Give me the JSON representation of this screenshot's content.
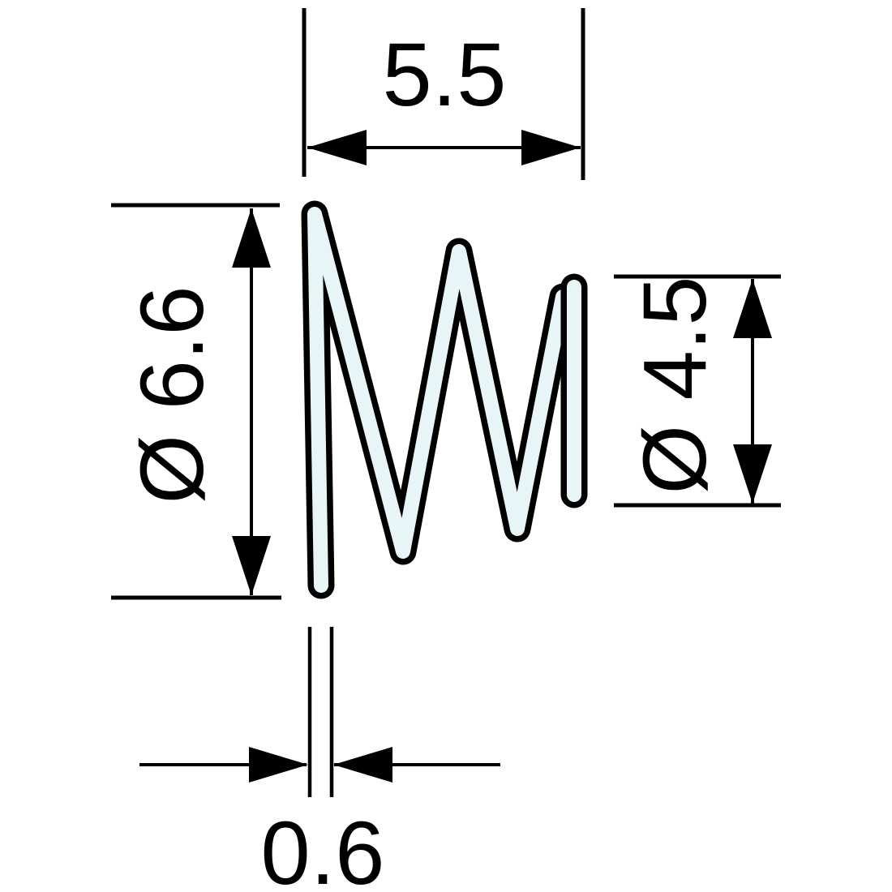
{
  "colors": {
    "background": "#ffffff",
    "line": "#000000",
    "spring_fill": "#e7f5f7"
  },
  "dimension_labels": {
    "overall_width": "5.5",
    "large_end_diameter": "Ø 6.6",
    "small_end_diameter": "Ø 4.5",
    "wire_diameter": "0.6"
  }
}
